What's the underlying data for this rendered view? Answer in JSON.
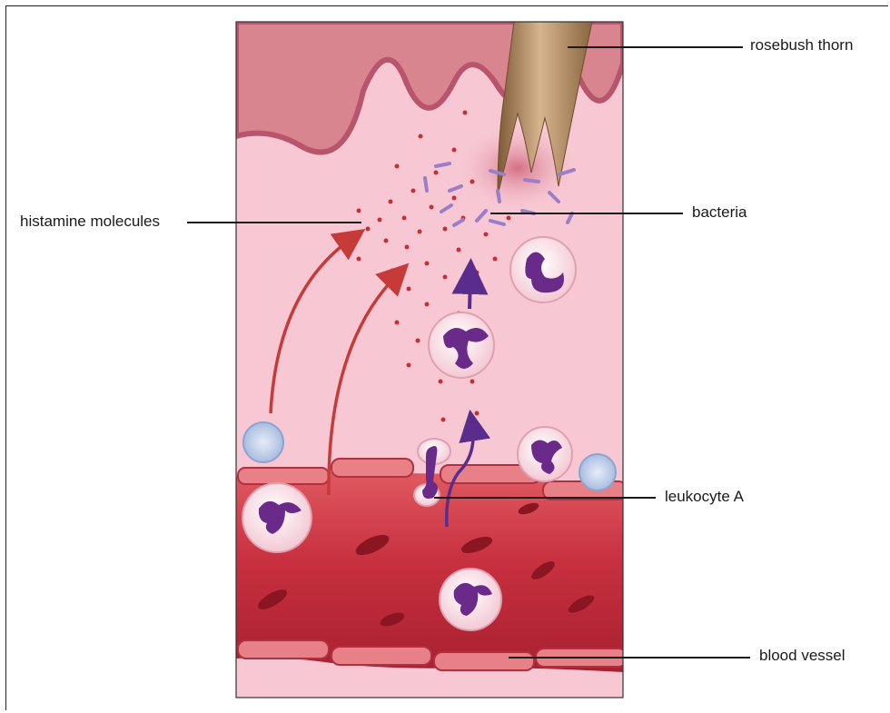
{
  "labels": {
    "thorn": "rosebush thorn",
    "bacteria": "bacteria",
    "histamine": "histamine molecules",
    "leukocyte": "leukocyte A",
    "vessel": "blood vessel"
  },
  "colors": {
    "tissue_bg": "#f7c8d3",
    "skin": "#d98590",
    "skin_edge": "#b8546b",
    "vessel": "#c8303f",
    "vessel_dark": "#9e1f2c",
    "thorn": "#b89068",
    "histamine": "#c73030",
    "bacteria": "#9a7ec8",
    "nucleus": "#6a2a8a",
    "cell": "#fbe4ea",
    "arrow_red": "#c73a3a",
    "arrow_purple": "#5a2d8c",
    "mast_cell": "#c9d6ee"
  }
}
